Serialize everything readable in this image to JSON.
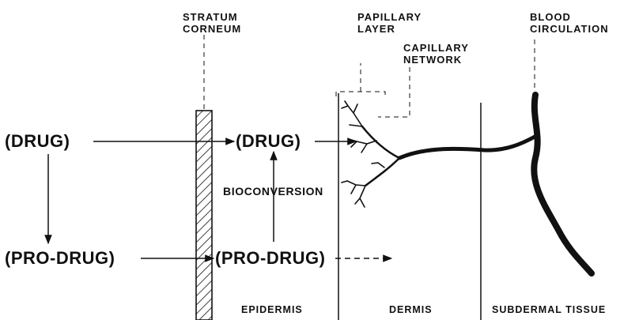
{
  "labels": {
    "stratum_corneum": [
      "STRATUM",
      "CORNEUM"
    ],
    "papillary_layer": [
      "PAPILLARY",
      "LAYER"
    ],
    "capillary_network": [
      "CAPILLARY",
      "NETWORK"
    ],
    "blood_circulation": [
      "BLOOD",
      "CIRCULATION"
    ],
    "drug_outside": "(DRUG)",
    "drug_inside": "(DRUG)",
    "prodrug_outside": "(PRO-DRUG)",
    "prodrug_inside": "(PRO-DRUG)",
    "bioconversion": "BIOCONVERSION",
    "epidermis": "EPIDERMIS",
    "dermis": "DERMIS",
    "subdermal": "SUBDERMAL TISSUE"
  },
  "colors": {
    "ink": "#111111",
    "background": "#ffffff"
  }
}
